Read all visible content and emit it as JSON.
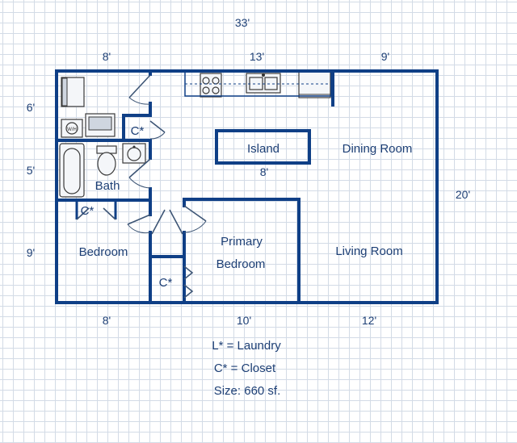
{
  "dimensions": {
    "total_width": "33'",
    "top_left": "8'",
    "top_middle": "13'",
    "top_right": "9'",
    "left_top": "6'",
    "left_middle": "5'",
    "left_bottom": "9'",
    "right": "20'",
    "bottom_left": "8'",
    "bottom_middle": "10'",
    "bottom_right": "12'",
    "island_width": "8'"
  },
  "rooms": {
    "laundry_closet": "C*",
    "bath": "Bath",
    "bedroom_closet": "C*",
    "bedroom": "Bedroom",
    "hall_closet": "C*",
    "primary_bedroom_line1": "Primary",
    "primary_bedroom_line2": "Bedroom",
    "island": "Island",
    "dining_room": "Dining Room",
    "living_room": "Living Room"
  },
  "legend": {
    "laundry": "L* = Laundry",
    "closet": "C* = Closet",
    "size": "Size: 660 sf."
  },
  "colors": {
    "wall": "#0f3f86",
    "text": "#1d3f75",
    "grid": "#d3dbe6"
  }
}
